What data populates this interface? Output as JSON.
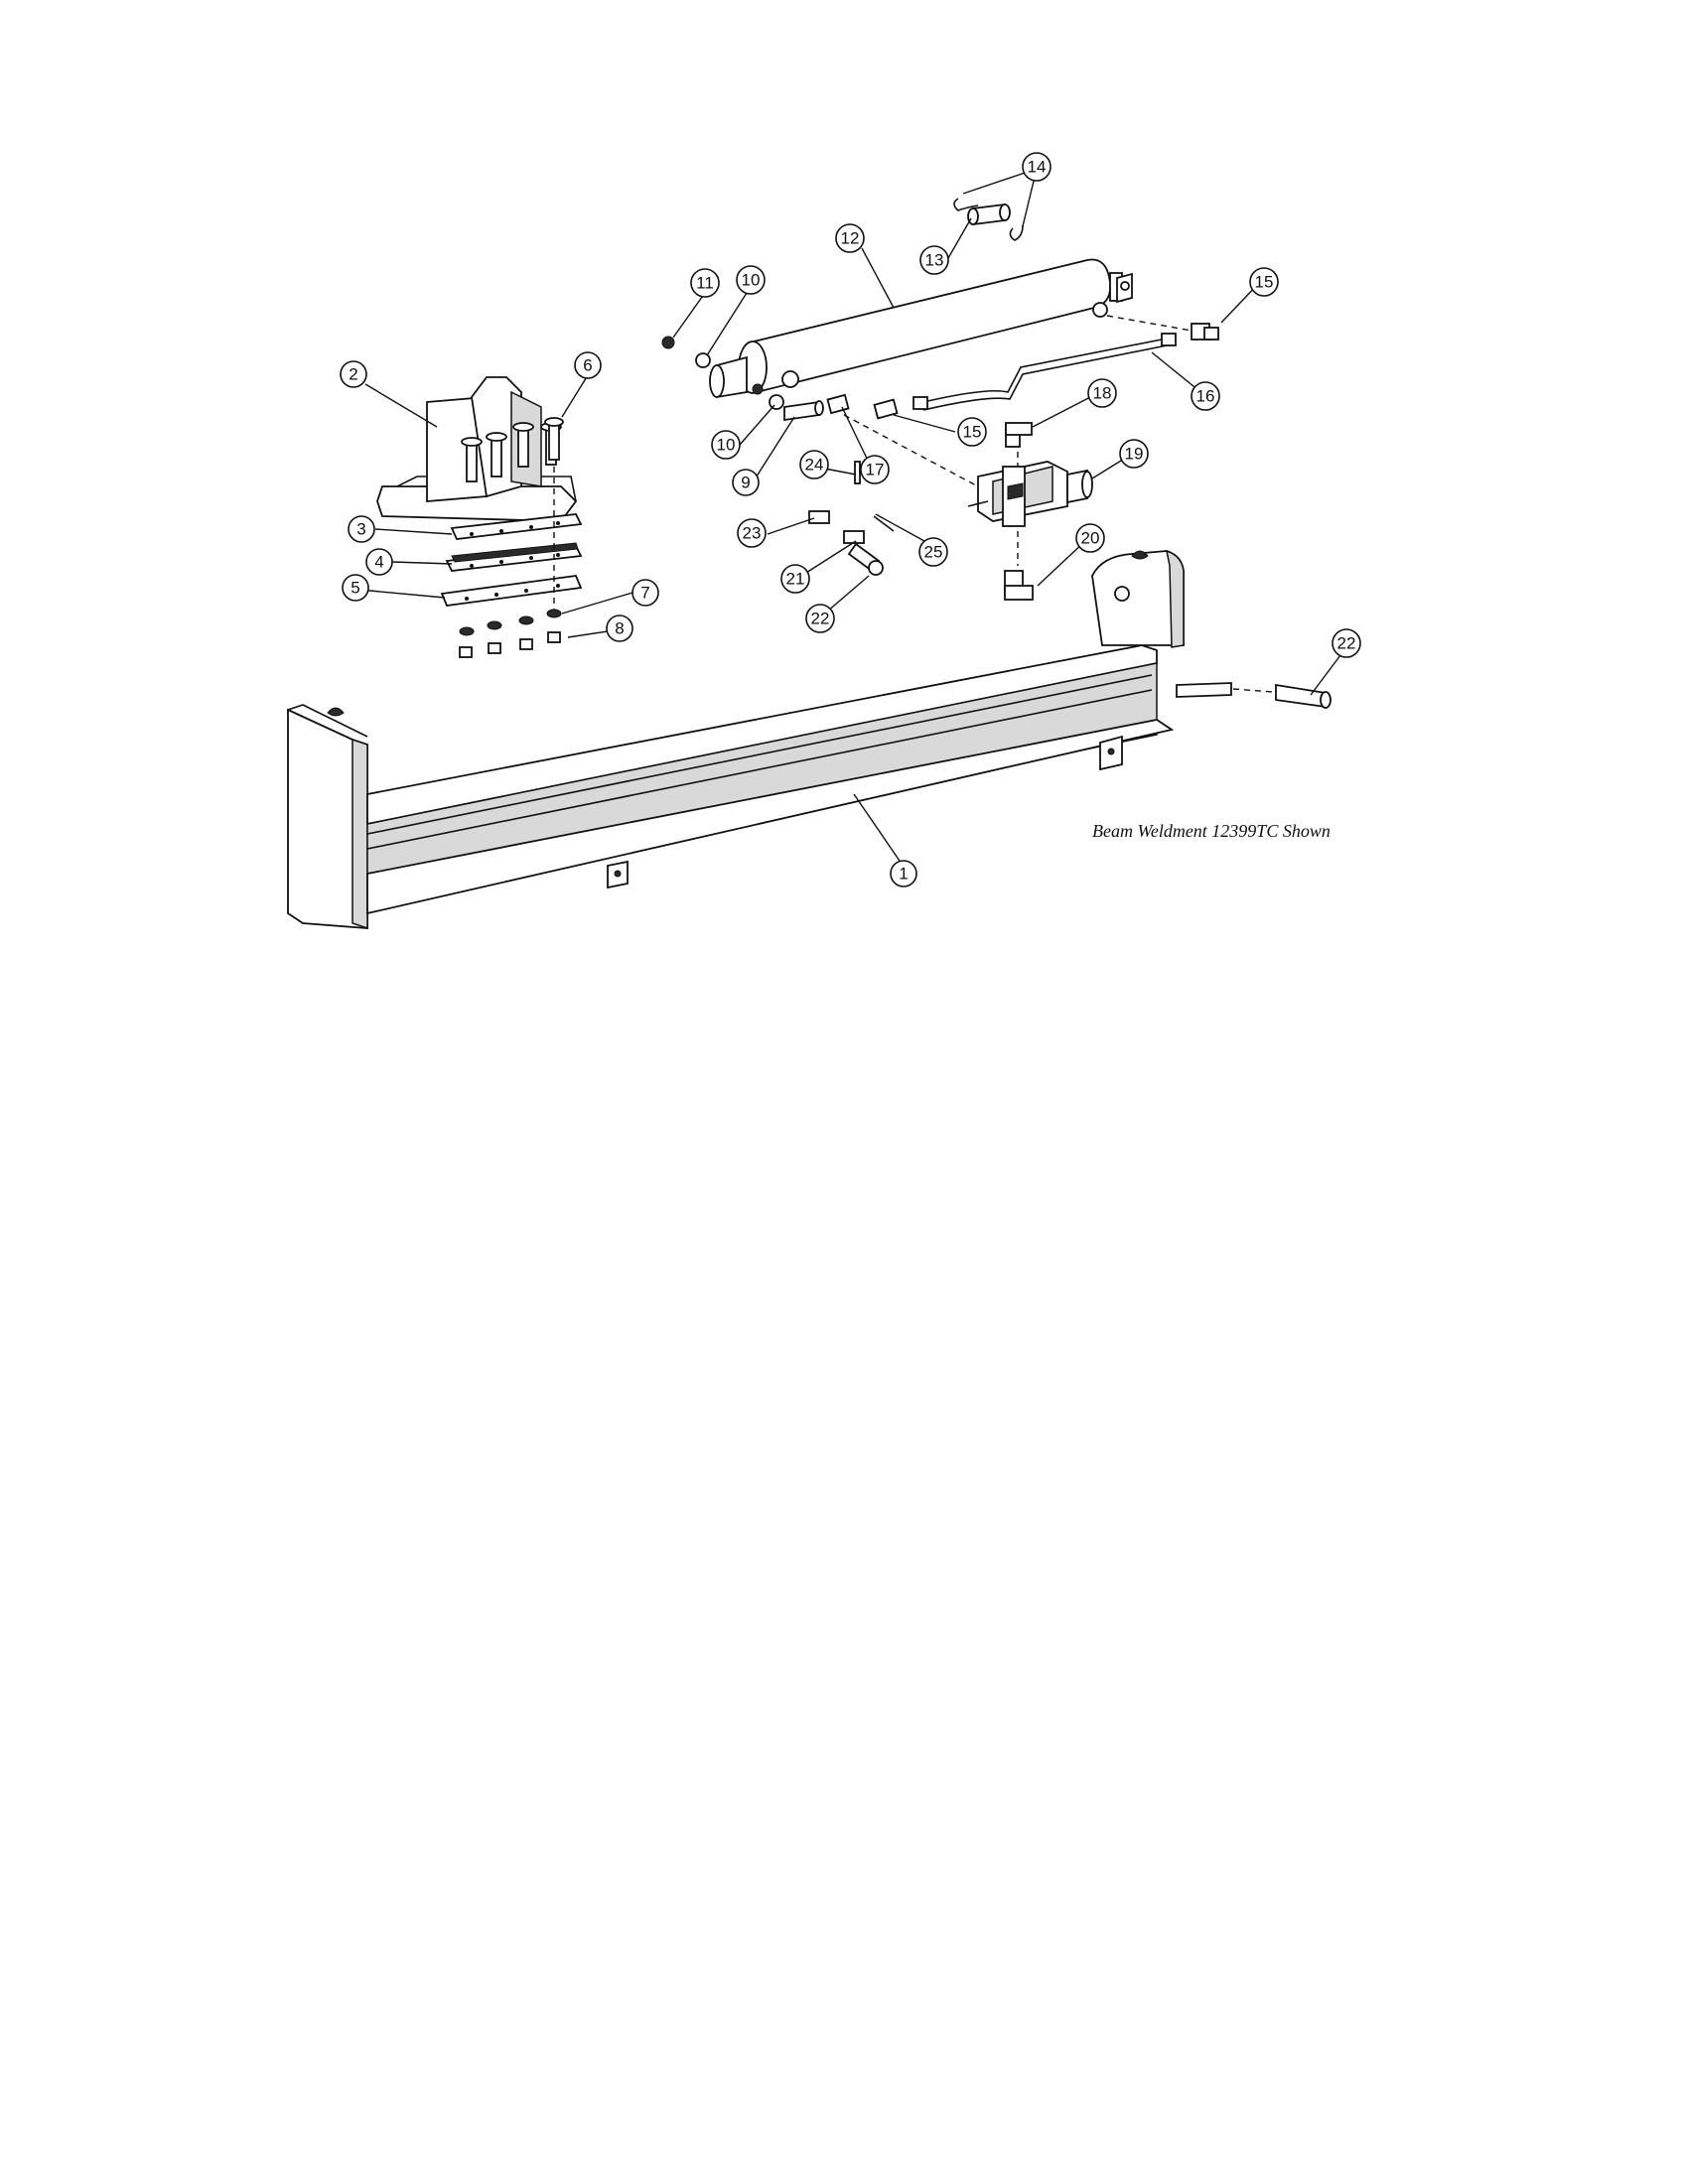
{
  "caption": "Beam Weldment 12399TC Shown",
  "callouts": [
    {
      "id": "c1",
      "label": "1"
    },
    {
      "id": "c2",
      "label": "2"
    },
    {
      "id": "c3",
      "label": "3"
    },
    {
      "id": "c4",
      "label": "4"
    },
    {
      "id": "c5",
      "label": "5"
    },
    {
      "id": "c6",
      "label": "6"
    },
    {
      "id": "c7",
      "label": "7"
    },
    {
      "id": "c8",
      "label": "8"
    },
    {
      "id": "c9",
      "label": "9"
    },
    {
      "id": "c10a",
      "label": "10"
    },
    {
      "id": "c10b",
      "label": "10"
    },
    {
      "id": "c11",
      "label": "11"
    },
    {
      "id": "c12",
      "label": "12"
    },
    {
      "id": "c13",
      "label": "13"
    },
    {
      "id": "c14",
      "label": "14"
    },
    {
      "id": "c15a",
      "label": "15"
    },
    {
      "id": "c15b",
      "label": "15"
    },
    {
      "id": "c16",
      "label": "16"
    },
    {
      "id": "c17",
      "label": "17"
    },
    {
      "id": "c18",
      "label": "18"
    },
    {
      "id": "c19",
      "label": "19"
    },
    {
      "id": "c20",
      "label": "20"
    },
    {
      "id": "c21",
      "label": "21"
    },
    {
      "id": "c22a",
      "label": "22"
    },
    {
      "id": "c22b",
      "label": "22"
    },
    {
      "id": "c23",
      "label": "23"
    },
    {
      "id": "c24",
      "label": "24"
    },
    {
      "id": "c25",
      "label": "25"
    }
  ]
}
